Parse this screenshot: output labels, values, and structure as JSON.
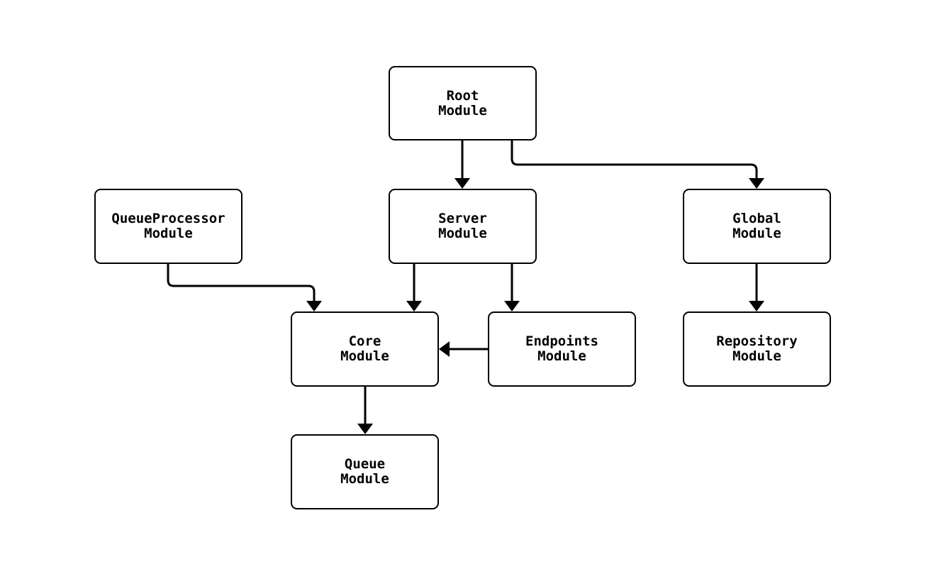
{
  "diagram": {
    "type": "flowchart",
    "background_color": "#ffffff",
    "node_fill_color": "#ffffff",
    "node_border_color": "#000000",
    "edge_color": "#000000",
    "text_color": "#000000",
    "nodes": [
      {
        "id": "root",
        "lines": [
          "Root",
          "Module"
        ]
      },
      {
        "id": "server",
        "lines": [
          "Server",
          "Module"
        ]
      },
      {
        "id": "queueprocessor",
        "lines": [
          "QueueProcessor",
          "Module"
        ]
      },
      {
        "id": "global",
        "lines": [
          "Global",
          "Module"
        ]
      },
      {
        "id": "core",
        "lines": [
          "Core",
          "Module"
        ]
      },
      {
        "id": "endpoints",
        "lines": [
          "Endpoints",
          "Module"
        ]
      },
      {
        "id": "repository",
        "lines": [
          "Repository",
          "Module"
        ]
      },
      {
        "id": "queue",
        "lines": [
          "Queue",
          "Module"
        ]
      }
    ],
    "edges": [
      {
        "from": "Root Module",
        "to": "Server Module"
      },
      {
        "from": "Root Module",
        "to": "Global Module"
      },
      {
        "from": "QueueProcessor Module",
        "to": "Core Module"
      },
      {
        "from": "Server Module",
        "to": "Core Module"
      },
      {
        "from": "Server Module",
        "to": "Endpoints Module"
      },
      {
        "from": "Endpoints Module",
        "to": "Core Module"
      },
      {
        "from": "Global Module",
        "to": "Repository Module"
      },
      {
        "from": "Core Module",
        "to": "Queue Module"
      }
    ]
  }
}
